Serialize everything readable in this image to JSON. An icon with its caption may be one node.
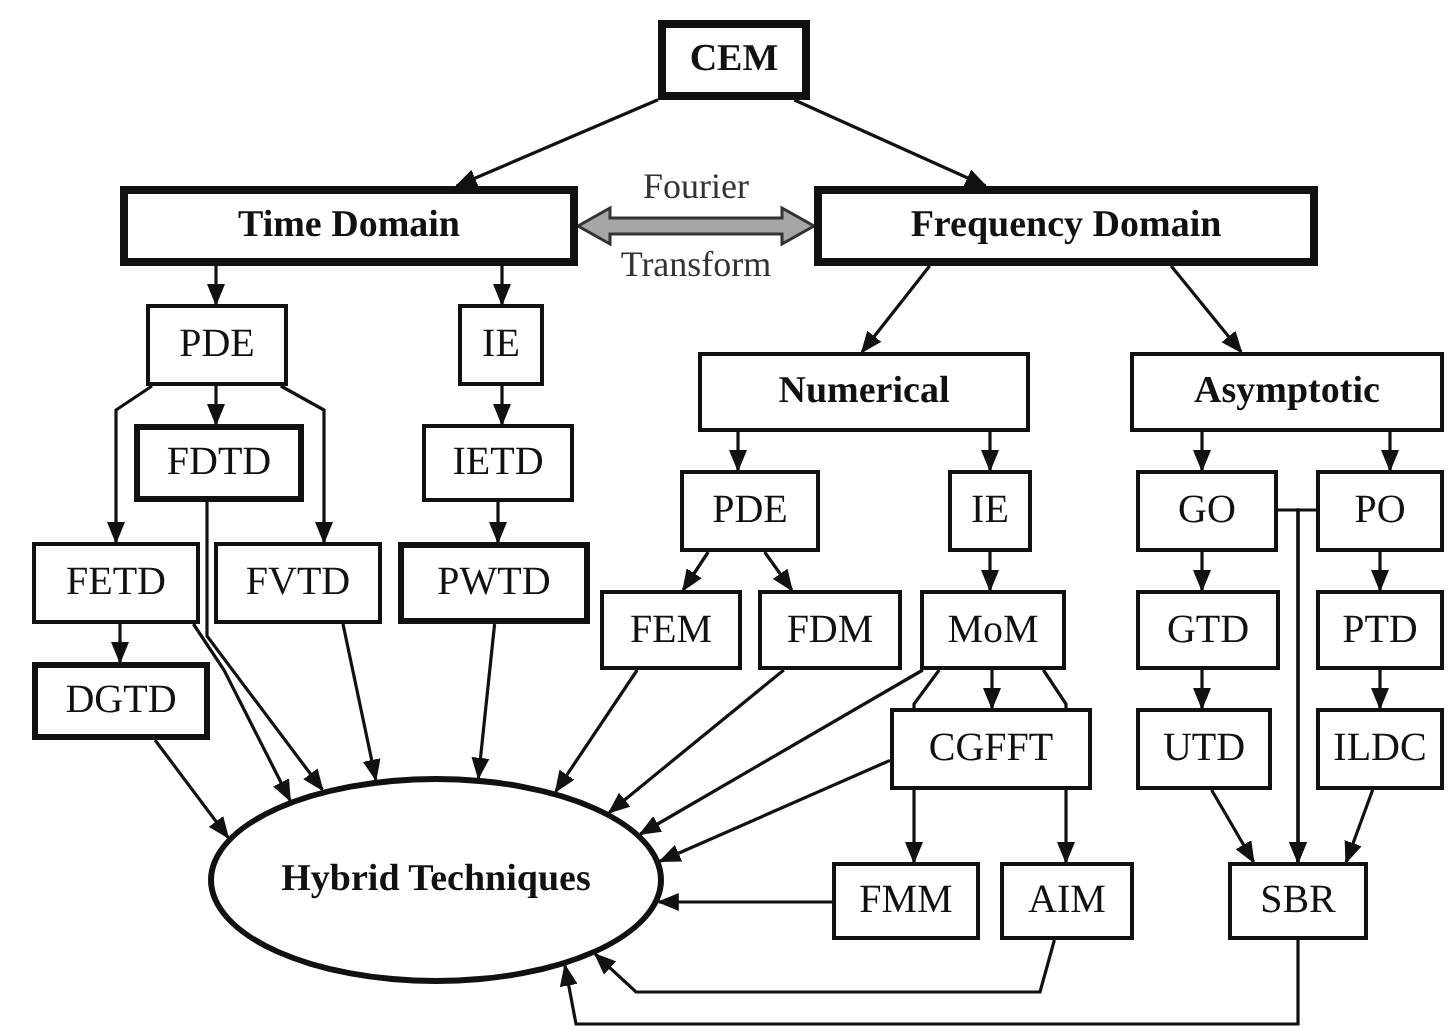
{
  "diagram": {
    "nodes": [
      {
        "text": [
          "CEM"
        ]
      },
      {
        "text": [
          "Time Domain"
        ]
      },
      {
        "text": [
          "Frequency Domain"
        ]
      },
      {
        "text": [
          "PDE"
        ]
      },
      {
        "text": [
          "IE"
        ]
      },
      {
        "text": [
          "FDTD"
        ]
      },
      {
        "text": [
          "IETD"
        ]
      },
      {
        "text": [
          "FETD"
        ]
      },
      {
        "text": [
          "FVTD"
        ]
      },
      {
        "text": [
          "PWTD"
        ]
      },
      {
        "text": [
          "DGTD"
        ]
      },
      {
        "text": [
          "Numerical"
        ]
      },
      {
        "text": [
          "Asymptotic"
        ]
      },
      {
        "text": [
          "PDE"
        ]
      },
      {
        "text": [
          "IE"
        ]
      },
      {
        "text": [
          "FEM"
        ]
      },
      {
        "text": [
          "FDM"
        ]
      },
      {
        "text": [
          "MoM"
        ]
      },
      {
        "text": [
          "CGFFT"
        ]
      },
      {
        "text": [
          "GO"
        ]
      },
      {
        "text": [
          "PO"
        ]
      },
      {
        "text": [
          "GTD"
        ]
      },
      {
        "text": [
          "PTD"
        ]
      },
      {
        "text": [
          "UTD"
        ]
      },
      {
        "text": [
          "ILDC"
        ]
      },
      {
        "text": [
          "FMM"
        ]
      },
      {
        "text": [
          "AIM"
        ]
      },
      {
        "text": [
          "SBR"
        ]
      },
      {
        "text": [
          "Hybrid Techniques"
        ]
      }
    ],
    "edges": [
      {
        "from": 0,
        "to": 1,
        "arrow": "to"
      },
      {
        "from": 0,
        "to": 2,
        "arrow": "to"
      },
      {
        "from": 1,
        "to": 3,
        "arrow": "to"
      },
      {
        "from": 1,
        "to": 4,
        "arrow": "to"
      },
      {
        "from": 3,
        "to": 7,
        "arrow": "to"
      },
      {
        "from": 3,
        "to": 5,
        "arrow": "to"
      },
      {
        "from": 3,
        "to": 8,
        "arrow": "to"
      },
      {
        "from": 4,
        "to": 6,
        "arrow": "to"
      },
      {
        "from": 6,
        "to": 9,
        "arrow": "to"
      },
      {
        "from": 7,
        "to": 10,
        "arrow": "to"
      },
      {
        "from": 2,
        "to": 11,
        "arrow": "to"
      },
      {
        "from": 2,
        "to": 12,
        "arrow": "to"
      },
      {
        "from": 11,
        "to": 13,
        "arrow": "to"
      },
      {
        "from": 11,
        "to": 14,
        "arrow": "to"
      },
      {
        "from": 13,
        "to": 15,
        "arrow": "to"
      },
      {
        "from": 13,
        "to": 16,
        "arrow": "to"
      },
      {
        "from": 14,
        "to": 17,
        "arrow": "to"
      },
      {
        "from": 17,
        "to": 18,
        "arrow": "to"
      },
      {
        "from": 12,
        "to": 19,
        "arrow": "to"
      },
      {
        "from": 12,
        "to": 20,
        "arrow": "to"
      },
      {
        "from": 19,
        "to": 21,
        "arrow": "to"
      },
      {
        "from": 20,
        "to": 22,
        "arrow": "to"
      },
      {
        "from": 21,
        "to": 23,
        "arrow": "to"
      },
      {
        "from": 22,
        "to": 24,
        "arrow": "to"
      },
      {
        "from": 23,
        "to": 27,
        "arrow": "to"
      },
      {
        "from": 24,
        "to": 27,
        "arrow": "to"
      },
      {
        "from": 19,
        "to": 27,
        "arrow": "to"
      },
      {
        "from": 20,
        "to": 27,
        "arrow": "to"
      },
      {
        "from": 18,
        "to": 25,
        "arrow": "to"
      },
      {
        "from": 18,
        "to": 26,
        "arrow": "to"
      },
      {
        "from": 17,
        "to": 18,
        "arrow": "none"
      },
      {
        "from": 17,
        "to": 18,
        "arrow": "none"
      },
      {
        "from": 10,
        "to": 28,
        "arrow": "to"
      },
      {
        "from": 7,
        "to": 28,
        "arrow": "to"
      },
      {
        "from": 5,
        "to": 28,
        "arrow": "to"
      },
      {
        "from": 8,
        "to": 28,
        "arrow": "to"
      },
      {
        "from": 9,
        "to": 28,
        "arrow": "to"
      },
      {
        "from": 15,
        "to": 28,
        "arrow": "to"
      },
      {
        "from": 16,
        "to": 28,
        "arrow": "to"
      },
      {
        "from": 17,
        "to": 28,
        "arrow": "to"
      },
      {
        "from": 18,
        "to": 28,
        "arrow": "to"
      },
      {
        "from": 25,
        "to": 28,
        "arrow": "to"
      },
      {
        "from": 26,
        "to": 28,
        "arrow": "to"
      },
      {
        "from": 27,
        "to": 28,
        "arrow": "to"
      },
      {
        "from": 1,
        "to": 2,
        "arrow": "both",
        "label": "Fourier Transform",
        "style": "thick",
        "color": "#a6a6a6"
      }
    ]
  }
}
